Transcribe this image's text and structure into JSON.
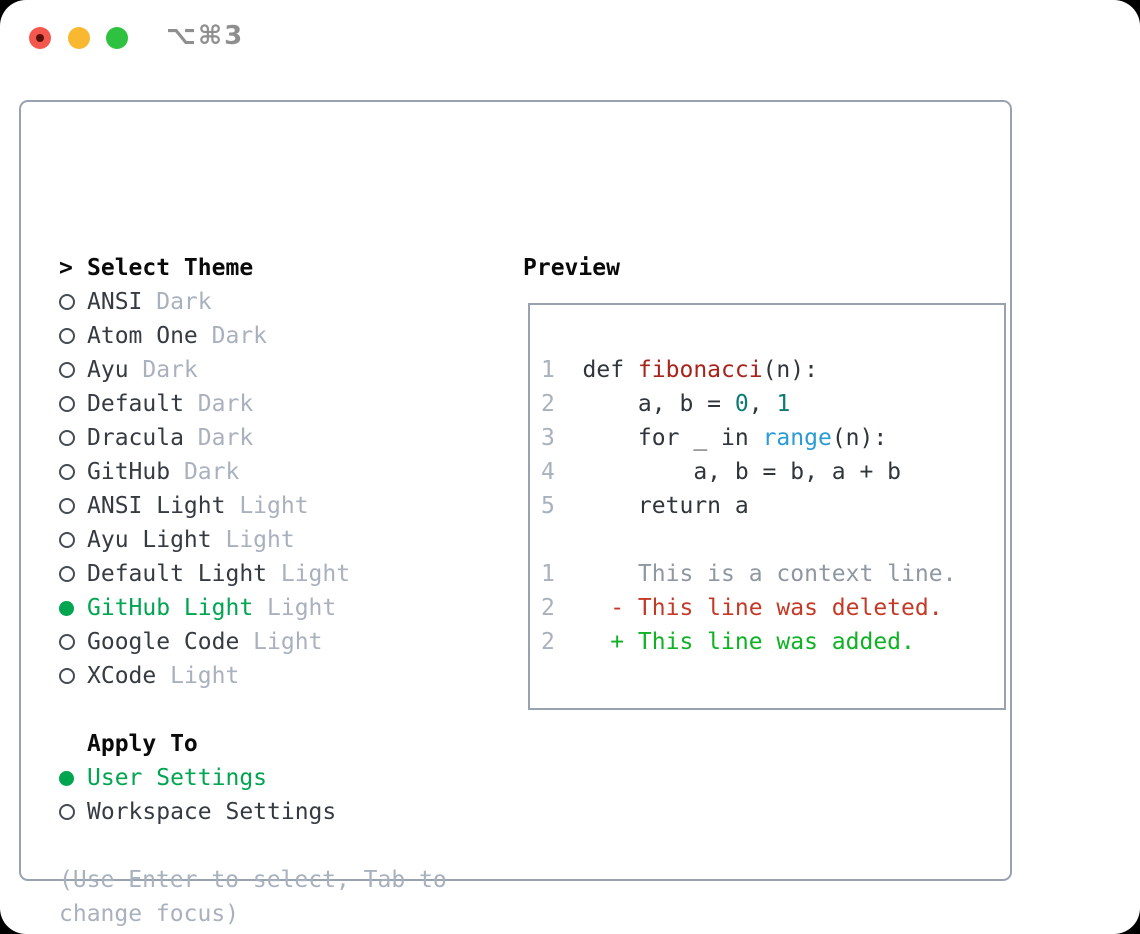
{
  "colors": {
    "traffic-red": "#f4574d",
    "traffic-red-dot": "#57100a",
    "traffic-yellow": "#f9b82f",
    "traffic-green": "#2fc240",
    "shortcut-gray": "#8f8f8f",
    "panel-border": "#98a2b0",
    "text-black": "#0a0a0a",
    "text-dark": "#30353c",
    "item-name": "#363b42",
    "muted": "#a9b1be",
    "selected-green": "#00a550",
    "func-red": "#a8231b",
    "number-teal": "#0c7b76",
    "builtin-blue": "#2a9bd7",
    "context-gray": "#8f97a1",
    "deleted-red": "#c43a26",
    "added-green": "#0eb224"
  },
  "titlebar": {
    "shortcut": "⌥⌘3"
  },
  "theme_selector": {
    "prompt": ">",
    "header": "Select Theme",
    "items": [
      {
        "name": "ANSI",
        "variant": "Dark",
        "selected": false
      },
      {
        "name": "Atom One",
        "variant": "Dark",
        "selected": false
      },
      {
        "name": "Ayu",
        "variant": "Dark",
        "selected": false
      },
      {
        "name": "Default",
        "variant": "Dark",
        "selected": false
      },
      {
        "name": "Dracula",
        "variant": "Dark",
        "selected": false
      },
      {
        "name": "GitHub",
        "variant": "Dark",
        "selected": false
      },
      {
        "name": "ANSI Light",
        "variant": "Light",
        "selected": false
      },
      {
        "name": "Ayu Light",
        "variant": "Light",
        "selected": false
      },
      {
        "name": "Default Light",
        "variant": "Light",
        "selected": false
      },
      {
        "name": "GitHub Light",
        "variant": "Light",
        "selected": true
      },
      {
        "name": "Google Code",
        "variant": "Light",
        "selected": false
      },
      {
        "name": "XCode",
        "variant": "Light",
        "selected": false
      }
    ]
  },
  "apply_to": {
    "header": "Apply To",
    "options": [
      {
        "name": "User Settings",
        "selected": true
      },
      {
        "name": "Workspace Settings",
        "selected": false
      }
    ]
  },
  "help": {
    "lines": [
      "(Use Enter to select, Tab to",
      "change focus)"
    ]
  },
  "preview": {
    "header": "Preview",
    "lines": [
      {
        "segments": [
          {
            "t": "1  ",
            "c": "ln"
          },
          {
            "t": "def ",
            "c": "code"
          },
          {
            "t": "fibonacci",
            "c": "func"
          },
          {
            "t": "(n):",
            "c": "code"
          }
        ]
      },
      {
        "segments": [
          {
            "t": "2  ",
            "c": "ln"
          },
          {
            "t": "    a, b = ",
            "c": "code"
          },
          {
            "t": "0",
            "c": "num"
          },
          {
            "t": ", ",
            "c": "code"
          },
          {
            "t": "1",
            "c": "num"
          }
        ]
      },
      {
        "segments": [
          {
            "t": "3  ",
            "c": "ln"
          },
          {
            "t": "    for _ in ",
            "c": "code"
          },
          {
            "t": "range",
            "c": "builtin"
          },
          {
            "t": "(n):",
            "c": "code"
          }
        ]
      },
      {
        "segments": [
          {
            "t": "4  ",
            "c": "ln"
          },
          {
            "t": "        a, b = b, a + b",
            "c": "code"
          }
        ]
      },
      {
        "segments": [
          {
            "t": "5  ",
            "c": "ln"
          },
          {
            "t": "    return a",
            "c": "code"
          }
        ]
      },
      {
        "segments": []
      },
      {
        "segments": [
          {
            "t": "1  ",
            "c": "ln"
          },
          {
            "t": "    This is a context line.",
            "c": "ctx"
          }
        ]
      },
      {
        "segments": [
          {
            "t": "2  ",
            "c": "ln"
          },
          {
            "t": "  - This line was deleted.",
            "c": "del"
          }
        ]
      },
      {
        "segments": [
          {
            "t": "2  ",
            "c": "ln"
          },
          {
            "t": "  + This line was added.",
            "c": "add"
          }
        ]
      }
    ]
  }
}
